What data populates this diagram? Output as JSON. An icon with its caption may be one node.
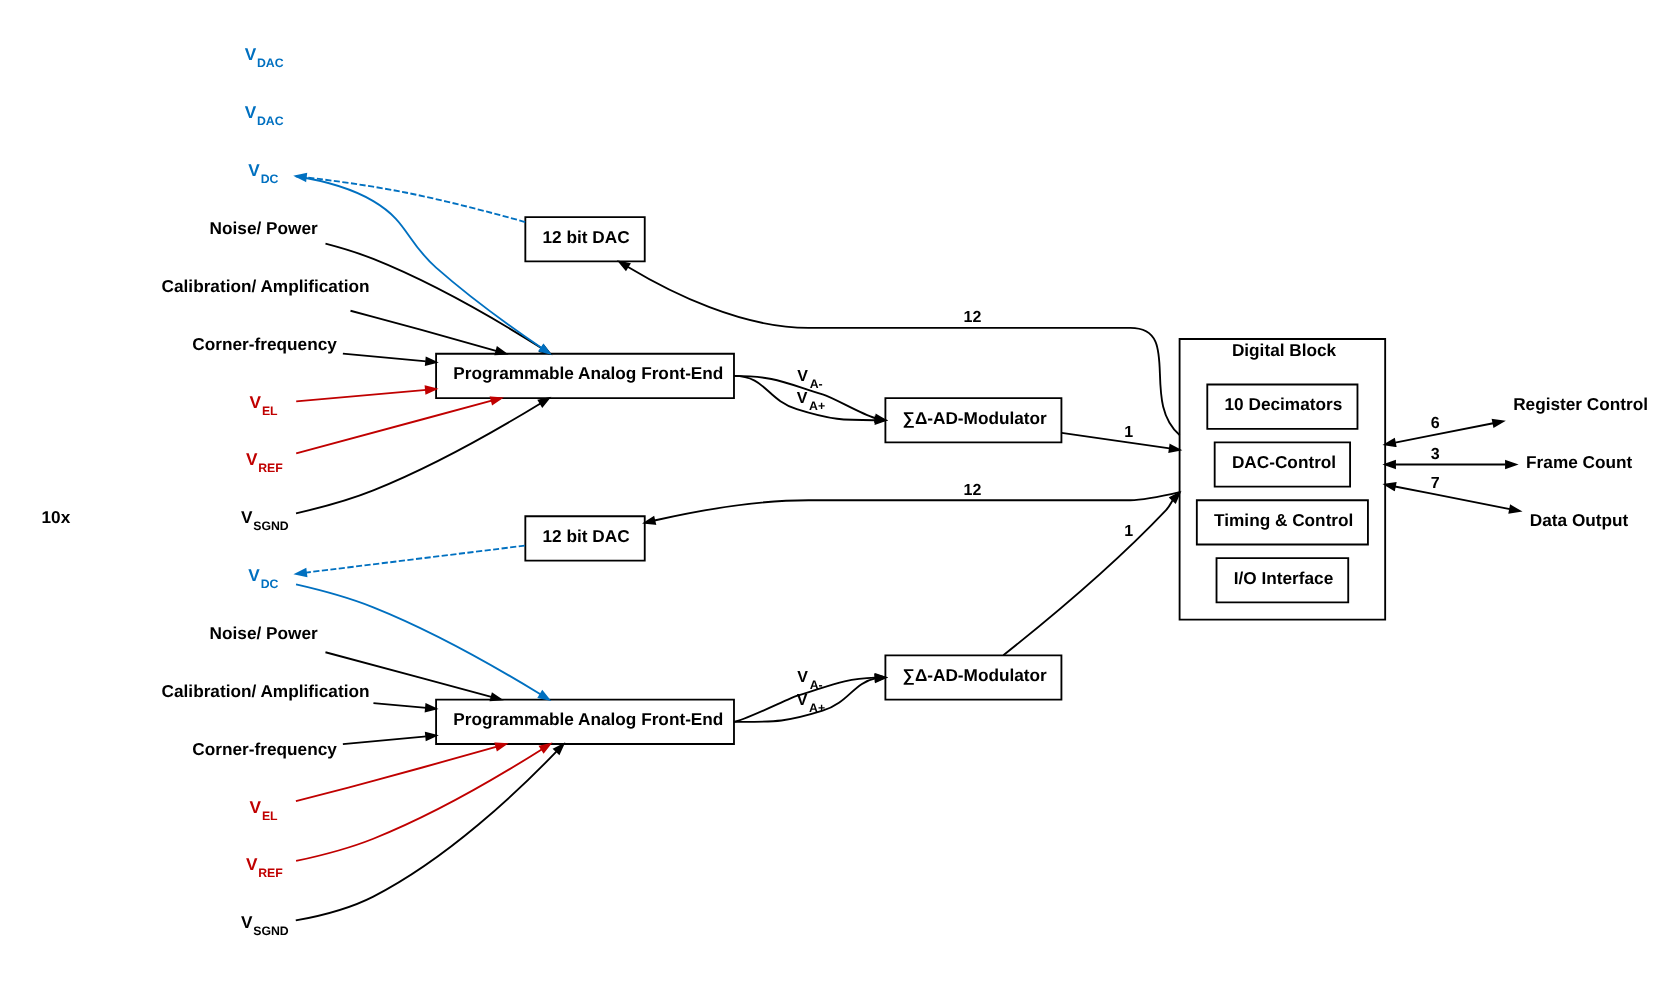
{
  "diagram": {
    "nodes": [
      {
        "text": [
          "Digital Block"
        ]
      },
      {
        "text": [
          "10 Decimators"
        ],
        "in": 0
      },
      {
        "text": [
          "DAC-Control"
        ],
        "in": 0
      },
      {
        "text": [
          "Timing & Control"
        ],
        "in": 0
      },
      {
        "text": [
          "I/O Interface"
        ],
        "in": 0
      },
      {
        "text": [
          "Noise/ Power"
        ]
      },
      {
        "text": [
          "Calibration/ Amplification"
        ]
      },
      {
        "text": [
          "Corner-frequency"
        ]
      },
      {
        "text": [
          "V$_{EL}$"
        ]
      },
      {
        "text": [
          "V$_{REF}$"
        ]
      },
      {
        "text": [
          "V$_{SGND}$"
        ]
      },
      {
        "text": [
          "V$_{DC}$"
        ]
      },
      {
        "text": [
          "V$_{DAC}$"
        ]
      },
      {
        "text": [
          "Programmable Analog Front-End"
        ]
      },
      {
        "text": [
          "12 bit DAC"
        ]
      },
      {
        "text": [
          "∑Δ-AD-Modulator"
        ]
      },
      {
        "text": [
          "Noise/ Power"
        ]
      },
      {
        "text": [
          "Calibration/ Amplification"
        ]
      },
      {
        "text": [
          "Corner-frequency"
        ]
      },
      {
        "text": [
          "V$_{EL}$"
        ]
      },
      {
        "text": [
          "V$_{REF}$"
        ]
      },
      {
        "text": [
          "V$_{SGND}$"
        ]
      },
      {
        "text": [
          "V$_{DC}$"
        ]
      },
      {
        "text": [
          "V$_{DAC}$"
        ]
      },
      {
        "text": [
          "Programmable Analog Front-End"
        ]
      },
      {
        "text": [
          "12 bit DAC"
        ]
      },
      {
        "text": [
          "∑Δ-AD-Modulator"
        ]
      },
      {
        "text": [
          "Register Control"
        ]
      },
      {
        "text": [
          "Frame Count"
        ]
      },
      {
        "text": [
          "Data Output"
        ]
      }
    ],
    "edges": [
      {
        "from": 5,
        "to": 13,
        "arrow": "to"
      },
      {
        "from": 6,
        "to": 13,
        "arrow": "to"
      },
      {
        "from": 7,
        "to": 13,
        "arrow": "to"
      },
      {
        "from": 8,
        "to": 13,
        "arrow": "to",
        "color": "#c00000"
      },
      {
        "from": 9,
        "to": 13,
        "arrow": "to",
        "color": "#c00000"
      },
      {
        "from": 10,
        "to": 13,
        "arrow": "to"
      },
      {
        "from": 11,
        "to": 13,
        "arrow": "to",
        "color": "#0070c0"
      },
      {
        "from": 14,
        "to": 11,
        "arrow": "to",
        "style": "dashed",
        "color": "#0070c0"
      },
      {
        "from": 13,
        "to": 15,
        "arrow": "to",
        "label": "V$_{A+}$"
      },
      {
        "from": 13,
        "to": 15,
        "arrow": "to",
        "label": "V$_{A-}$"
      },
      {
        "from": 15,
        "to": 0,
        "arrow": "to",
        "label": "1"
      },
      {
        "from": 0,
        "to": 14,
        "arrow": "to",
        "label": "12"
      },
      {
        "from": 16,
        "to": 24,
        "arrow": "to"
      },
      {
        "from": 17,
        "to": 24,
        "arrow": "to"
      },
      {
        "from": 18,
        "to": 24,
        "arrow": "to"
      },
      {
        "from": 19,
        "to": 24,
        "arrow": "to",
        "color": "#c00000"
      },
      {
        "from": 20,
        "to": 24,
        "arrow": "to",
        "color": "#c00000"
      },
      {
        "from": 21,
        "to": 24,
        "arrow": "to"
      },
      {
        "from": 22,
        "to": 24,
        "arrow": "to",
        "color": "#0070c0"
      },
      {
        "from": 25,
        "to": 22,
        "arrow": "to",
        "style": "dashed",
        "color": "#0070c0"
      },
      {
        "from": 24,
        "to": 26,
        "arrow": "to",
        "label": "V$_{A+}$"
      },
      {
        "from": 24,
        "to": 26,
        "arrow": "to",
        "label": "V$_{A-}$"
      },
      {
        "from": 26,
        "to": 0,
        "arrow": "to",
        "label": "1"
      },
      {
        "from": 0,
        "to": 25,
        "arrow": "to",
        "label": "12"
      },
      {
        "from": 0,
        "to": 27,
        "arrow": "both",
        "label": "6"
      },
      {
        "from": 0,
        "to": 28,
        "arrow": "both",
        "label": "3"
      },
      {
        "from": 0,
        "to": 29,
        "arrow": "both",
        "label": "7"
      }
    ],
    "labels": [
      "10x"
    ]
  }
}
